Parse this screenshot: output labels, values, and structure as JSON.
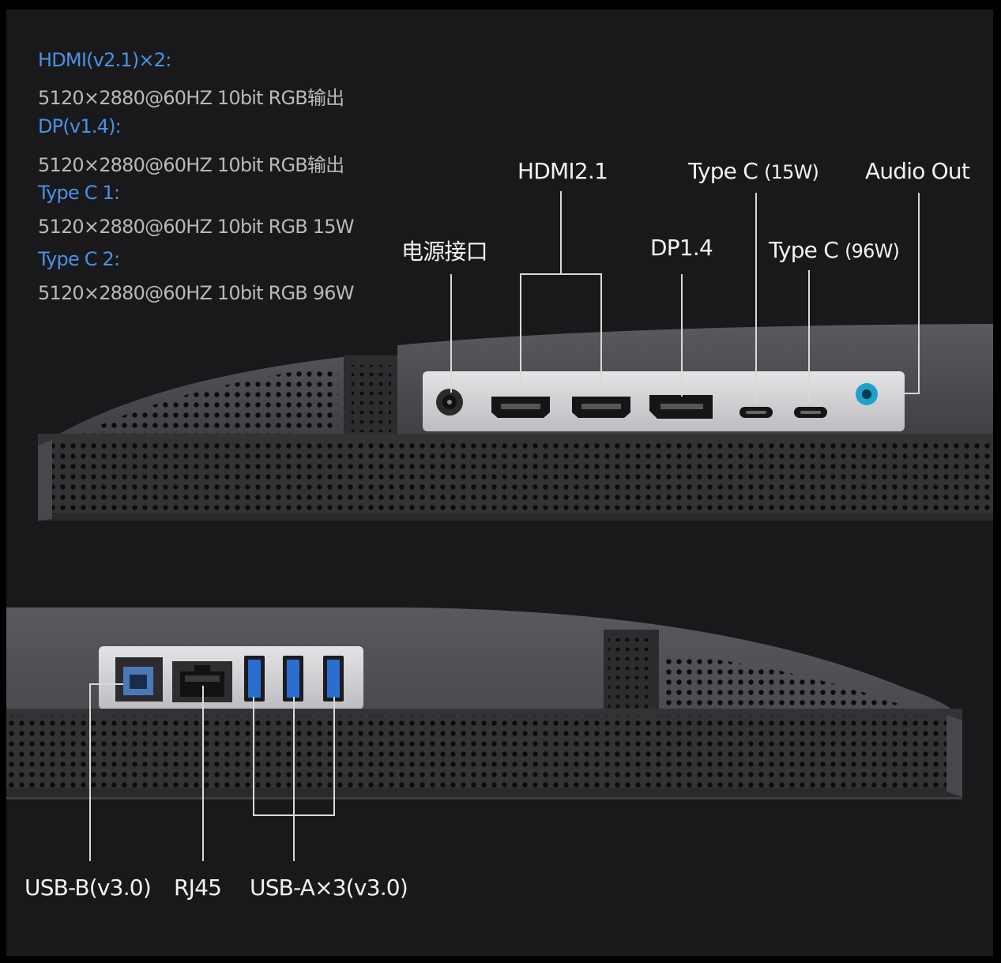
{
  "specs": [
    {
      "heading": "HDMI(v2.1)×2:",
      "value": "5120×2880@60HZ 10bit RGB输出"
    },
    {
      "heading": "DP(v1.4):",
      "value": "5120×2880@60HZ 10bit RGB输出"
    },
    {
      "heading": "Type C 1:",
      "value": "5120×2880@60HZ 10bit RGB 15W"
    },
    {
      "heading": "Type C 2:",
      "value": "5120×2880@60HZ 10bit RGB 96W"
    }
  ],
  "top_panel_ports": {
    "power": "电源接口",
    "hdmi": "HDMI2.1",
    "dp": "DP1.4",
    "typec_15w_name": "Type C",
    "typec_15w_power": "(15W)",
    "typec_96w_name": "Type C",
    "typec_96w_power": "(96W)",
    "audio": "Audio Out"
  },
  "bottom_panel_ports": {
    "usb_b": "USB-B(v3.0)",
    "rj45": "RJ45",
    "usb_a": "USB-A×3(v3.0)"
  },
  "colors": {
    "background": "#19191b",
    "spec_heading": "#4a92e4",
    "spec_value": "#b9b9b9",
    "port_label": "#f2f2f2",
    "usb3_blue": "#2a6fd0",
    "audio_jack": "#1fa0c8"
  }
}
